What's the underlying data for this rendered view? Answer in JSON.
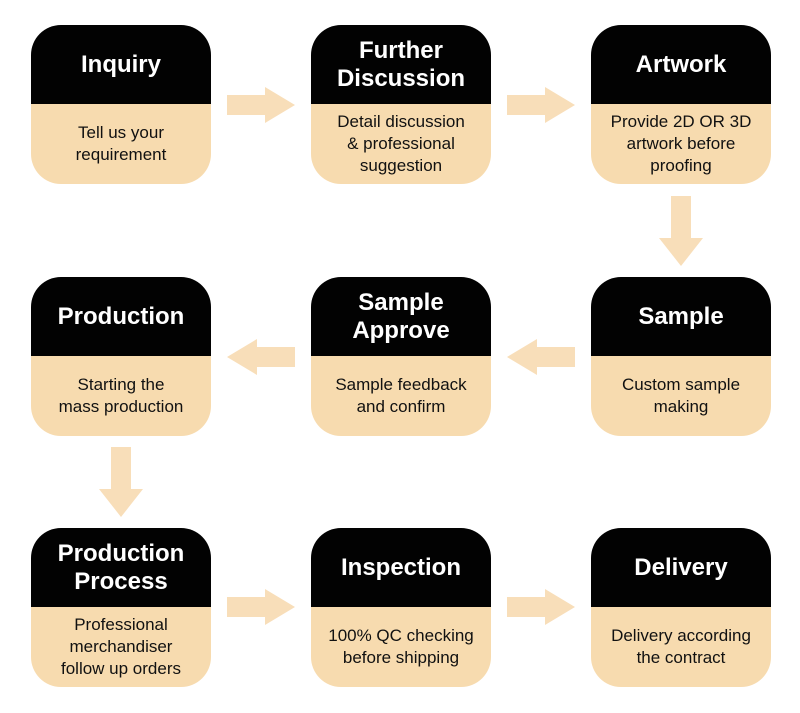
{
  "diagram": {
    "steps": [
      {
        "id": "inquiry",
        "title": "Inquiry",
        "description": "Tell us your\nrequirement"
      },
      {
        "id": "further-discussion",
        "title": "Further\nDiscussion",
        "description": "Detail discussion\n& professional\nsuggestion"
      },
      {
        "id": "artwork",
        "title": "Artwork",
        "description": "Provide 2D OR 3D\nartwork before\nproofing"
      },
      {
        "id": "sample",
        "title": "Sample",
        "description": "Custom sample\nmaking"
      },
      {
        "id": "sample-approve",
        "title": "Sample\nApprove",
        "description": "Sample feedback\nand confirm"
      },
      {
        "id": "production",
        "title": "Production",
        "description": "Starting the\nmass production"
      },
      {
        "id": "production-process",
        "title": "Production\nProcess",
        "description": "Professional\nmerchandiser\nfollow up orders"
      },
      {
        "id": "inspection",
        "title": "Inspection",
        "description": "100% QC checking\nbefore shipping"
      },
      {
        "id": "delivery",
        "title": "Delivery",
        "description": "Delivery according\nthe contract"
      }
    ]
  },
  "colors": {
    "page_bg": "#FFFFFF",
    "card_header_bg": "#020202",
    "card_body_bg": "#F7DBAF",
    "arrow": "#F8DEB9",
    "title_text": "#FFFFFF",
    "body_text": "#111111"
  }
}
